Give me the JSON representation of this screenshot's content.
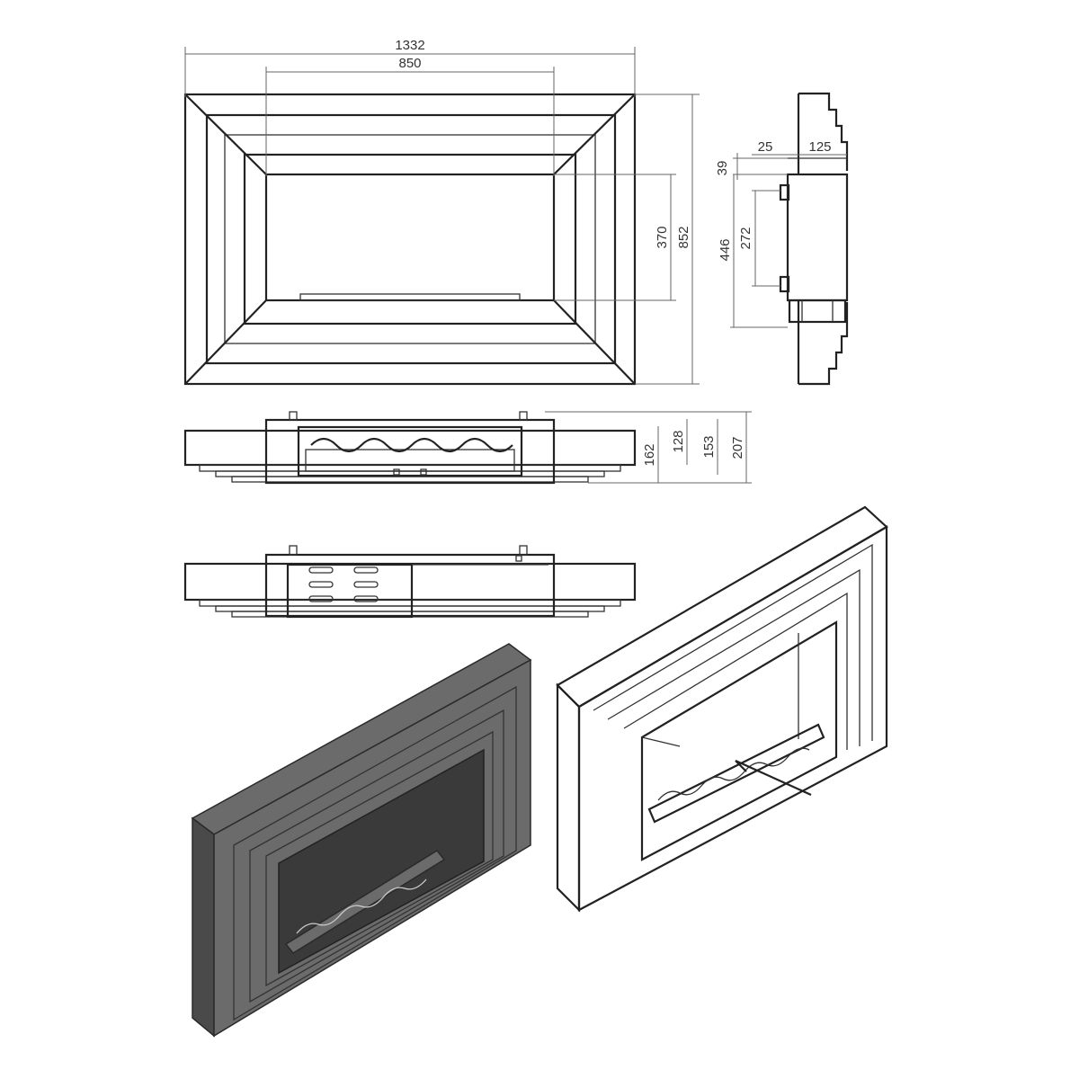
{
  "dimensions": {
    "overall_width": "1332",
    "opening_width": "850",
    "opening_height": "370",
    "overall_height": "852",
    "side_top_depth": "25",
    "side_depth": "125",
    "side_top_offset": "39",
    "side_body_height": "446",
    "side_bracket_height": "272",
    "front_burner_height": "162",
    "front_body_height": "128",
    "front_box_height": "153",
    "front_total_height": "207"
  }
}
